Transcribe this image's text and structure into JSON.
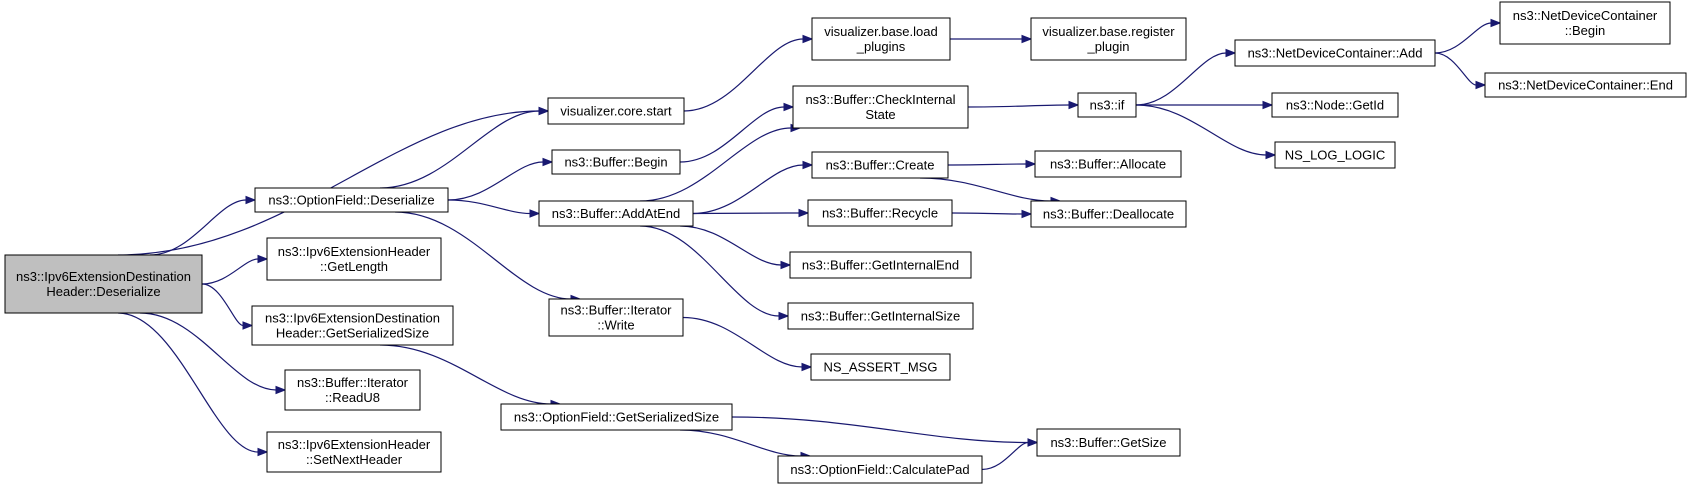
{
  "nodes": [
    {
      "id": "root",
      "root": true,
      "lines": [
        "ns3::Ipv6ExtensionDestination",
        "Header::Deserialize"
      ]
    },
    {
      "id": "optfield_deser",
      "lines": [
        "ns3::OptionField::Deserialize"
      ]
    },
    {
      "id": "ext_getlength",
      "lines": [
        "ns3::Ipv6ExtensionHeader",
        "::GetLength"
      ]
    },
    {
      "id": "extdest_getser",
      "lines": [
        "ns3::Ipv6ExtensionDestination",
        "Header::GetSerializedSize"
      ]
    },
    {
      "id": "iter_readu8",
      "lines": [
        "ns3::Buffer::Iterator",
        "::ReadU8"
      ]
    },
    {
      "id": "ext_setnext",
      "lines": [
        "ns3::Ipv6ExtensionHeader",
        "::SetNextHeader"
      ]
    },
    {
      "id": "viz_core_start",
      "lines": [
        "visualizer.core.start"
      ]
    },
    {
      "id": "buf_begin",
      "lines": [
        "ns3::Buffer::Begin"
      ]
    },
    {
      "id": "buf_addatend",
      "lines": [
        "ns3::Buffer::AddAtEnd"
      ]
    },
    {
      "id": "iter_write",
      "lines": [
        "ns3::Buffer::Iterator",
        "::Write"
      ]
    },
    {
      "id": "optfield_getser",
      "lines": [
        "ns3::OptionField::GetSerializedSize"
      ]
    },
    {
      "id": "viz_load",
      "lines": [
        "visualizer.base.load",
        "_plugins"
      ]
    },
    {
      "id": "buf_checkinternal",
      "lines": [
        "ns3::Buffer::CheckInternal",
        "State"
      ]
    },
    {
      "id": "buf_create",
      "lines": [
        "ns3::Buffer::Create"
      ]
    },
    {
      "id": "buf_recycle",
      "lines": [
        "ns3::Buffer::Recycle"
      ]
    },
    {
      "id": "buf_getinternalend",
      "lines": [
        "ns3::Buffer::GetInternalEnd"
      ]
    },
    {
      "id": "buf_getinternalsize",
      "lines": [
        "ns3::Buffer::GetInternalSize"
      ]
    },
    {
      "id": "ns_assert_msg",
      "lines": [
        "NS_ASSERT_MSG"
      ]
    },
    {
      "id": "optfield_calcpad",
      "lines": [
        "ns3::OptionField::CalculatePad"
      ]
    },
    {
      "id": "viz_register",
      "lines": [
        "visualizer.base.register",
        "_plugin"
      ]
    },
    {
      "id": "buf_allocate",
      "lines": [
        "ns3::Buffer::Allocate"
      ]
    },
    {
      "id": "buf_deallocate",
      "lines": [
        "ns3::Buffer::Deallocate"
      ]
    },
    {
      "id": "buf_getsize",
      "lines": [
        "ns3::Buffer::GetSize"
      ]
    },
    {
      "id": "ns3_if",
      "lines": [
        "ns3::if"
      ]
    },
    {
      "id": "ndc_add",
      "lines": [
        "ns3::NetDeviceContainer::Add"
      ]
    },
    {
      "id": "node_getid",
      "lines": [
        "ns3::Node::GetId"
      ]
    },
    {
      "id": "ns_log_logic",
      "lines": [
        "NS_LOG_LOGIC"
      ]
    },
    {
      "id": "ndc_begin",
      "lines": [
        "ns3::NetDeviceContainer",
        "::Begin"
      ]
    },
    {
      "id": "ndc_end",
      "lines": [
        "ns3::NetDeviceContainer::End"
      ]
    }
  ],
  "edges": [
    [
      "root",
      "viz_core_start"
    ],
    [
      "root",
      "optfield_deser"
    ],
    [
      "root",
      "ext_getlength"
    ],
    [
      "root",
      "extdest_getser"
    ],
    [
      "root",
      "iter_readu8"
    ],
    [
      "root",
      "ext_setnext"
    ],
    [
      "optfield_deser",
      "viz_core_start"
    ],
    [
      "optfield_deser",
      "buf_begin"
    ],
    [
      "optfield_deser",
      "buf_addatend"
    ],
    [
      "optfield_deser",
      "iter_write"
    ],
    [
      "extdest_getser",
      "optfield_getser"
    ],
    [
      "viz_core_start",
      "viz_load"
    ],
    [
      "viz_load",
      "viz_register"
    ],
    [
      "buf_begin",
      "buf_checkinternal"
    ],
    [
      "buf_addatend",
      "buf_checkinternal"
    ],
    [
      "buf_addatend",
      "buf_create"
    ],
    [
      "buf_addatend",
      "buf_recycle"
    ],
    [
      "buf_addatend",
      "buf_getinternalend"
    ],
    [
      "buf_addatend",
      "buf_getinternalsize"
    ],
    [
      "iter_write",
      "ns_assert_msg"
    ],
    [
      "optfield_getser",
      "buf_getsize"
    ],
    [
      "optfield_getser",
      "optfield_calcpad"
    ],
    [
      "optfield_calcpad",
      "buf_getsize"
    ],
    [
      "buf_checkinternal",
      "ns3_if"
    ],
    [
      "buf_create",
      "buf_allocate"
    ],
    [
      "buf_create",
      "buf_deallocate"
    ],
    [
      "buf_recycle",
      "buf_deallocate"
    ],
    [
      "ns3_if",
      "ndc_add"
    ],
    [
      "ns3_if",
      "node_getid"
    ],
    [
      "ns3_if",
      "ns_log_logic"
    ],
    [
      "ndc_add",
      "ndc_begin"
    ],
    [
      "ndc_add",
      "ndc_end"
    ]
  ],
  "colors": {
    "edge": "#191970",
    "root_fill": "#bfbfbf",
    "node_fill": "#ffffff",
    "node_border": "#000000"
  }
}
